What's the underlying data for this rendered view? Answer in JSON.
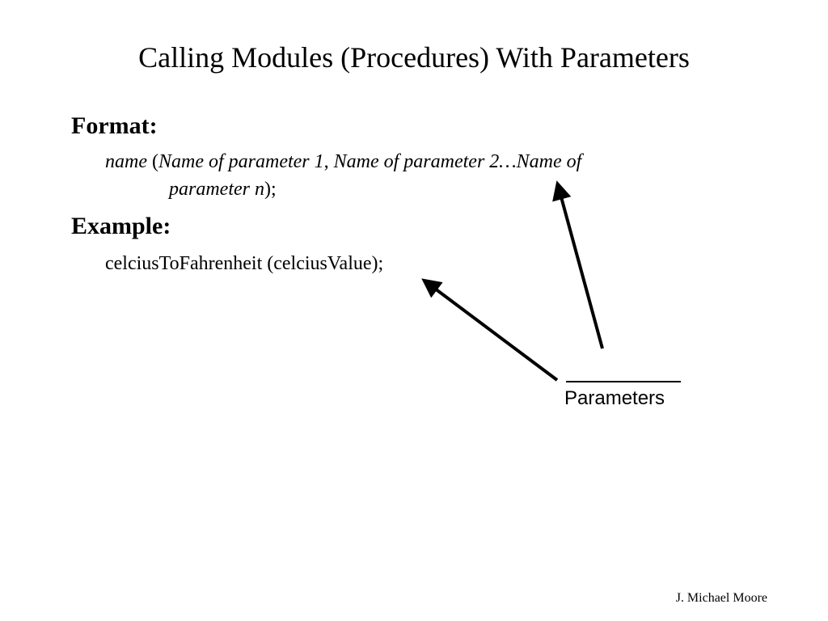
{
  "slide": {
    "title": "Calling Modules (Procedures) With Parameters",
    "footer": "J. Michael Moore"
  },
  "format": {
    "heading": "Format:",
    "name": "name",
    "open": " (",
    "param1": "Name of parameter 1",
    "sep": ", ",
    "param2": "Name of parameter 2…Name of",
    "param_n": "parameter n",
    "close": ");"
  },
  "example": {
    "heading": "Example:",
    "code": "celciusToFahrenheit (celciusValue);"
  },
  "annotation": {
    "label": "Parameters"
  }
}
